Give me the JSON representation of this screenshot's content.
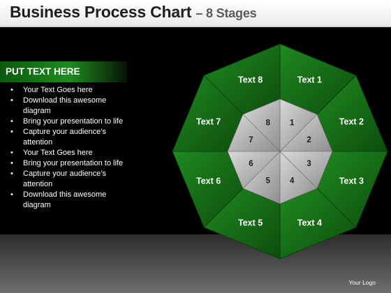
{
  "header": {
    "title": "Business Process Chart",
    "subtitle": "– 8 Stages"
  },
  "panel": {
    "heading": "PUT TEXT HERE",
    "bullets": [
      "Your Text Goes here",
      "Download this awesome diagram",
      "Bring your presentation to life",
      "Capture your audience’s attention",
      "Your Text Goes here",
      "Bring your presentation to life",
      "Capture your audience’s attention",
      "Download this awesome diagram"
    ]
  },
  "diagram": {
    "segments": [
      {
        "label": "Text 1",
        "number": "1"
      },
      {
        "label": "Text 2",
        "number": "2"
      },
      {
        "label": "Text 3",
        "number": "3"
      },
      {
        "label": "Text 4",
        "number": "4"
      },
      {
        "label": "Text 5",
        "number": "5"
      },
      {
        "label": "Text 6",
        "number": "6"
      },
      {
        "label": "Text 7",
        "number": "7"
      },
      {
        "label": "Text 8",
        "number": "8"
      }
    ],
    "colors": {
      "outer_light": "#1f8a1f",
      "outer_dark": "#0d4d0d",
      "inner_light": "#d9d9d9",
      "inner_dark": "#8f8f8f"
    }
  },
  "footer": {
    "logo": "Your Logo"
  },
  "colors": {
    "background": "#000000",
    "accent_green": "#1f8a1f"
  }
}
